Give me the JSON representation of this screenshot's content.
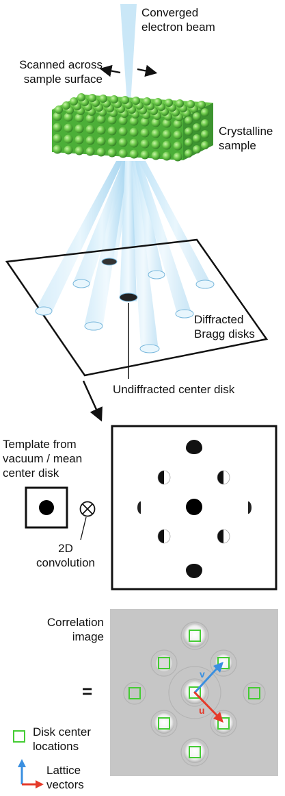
{
  "labels": {
    "beam": "Converged\nelectron beam",
    "scan": "Scanned across\nsample surface",
    "sample": "Crystalline\nsample",
    "bragg": "Diffracted\nBragg disks",
    "center": "Undiffracted center disk",
    "template": "Template from\nvacuum / mean\ncenter disk",
    "convolution": "2D\nconvolution",
    "correlation": "Correlation\nimage",
    "equals": "=",
    "disk_centers": "Disk center\nlocations",
    "lattice": "Lattice\nvectors",
    "vec_u": "u",
    "vec_v": "v"
  },
  "colors": {
    "beam": "#9fd4f0",
    "crystal": "#4caf38",
    "crystal_light": "#8fd96f",
    "marker": "#44cc33",
    "vector_u": "#e53a2a",
    "vector_v": "#3a8fe0",
    "correlation_bg": "#c6c6c6"
  },
  "icons": {
    "convolution_symbol": "circled-times-icon",
    "scan_arrows": "double-arrow-icon"
  }
}
